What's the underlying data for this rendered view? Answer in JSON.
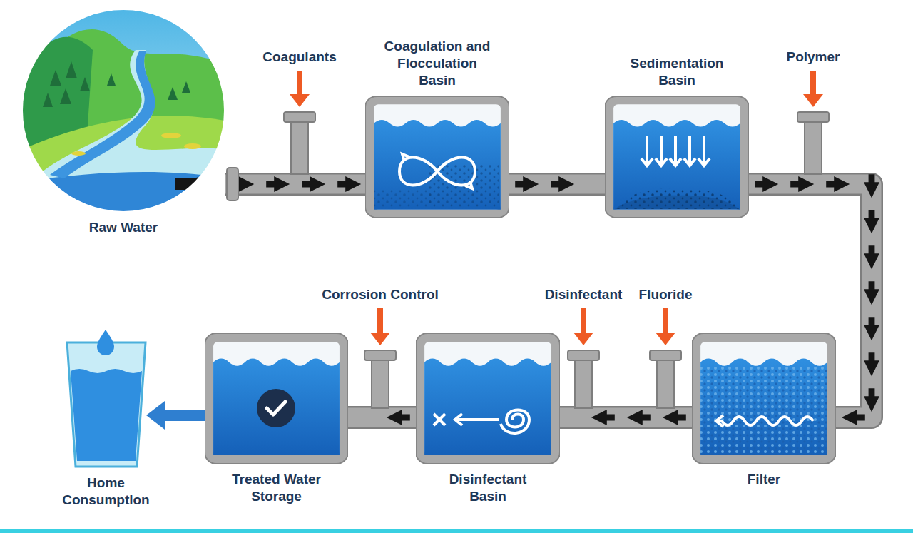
{
  "diagram": {
    "nodes": [
      {
        "text": [
          "Raw Water"
        ]
      },
      {
        "text": [
          "Coagulation and Flocculation Basin"
        ]
      },
      {
        "text": [
          "Sedimentation Basin"
        ]
      },
      {
        "text": [
          "Filter"
        ]
      },
      {
        "text": [
          "Disinfectant Basin"
        ]
      },
      {
        "text": [
          "Treated Water Storage"
        ]
      },
      {
        "text": [
          "Home Consumption"
        ]
      }
    ],
    "edges": [
      {
        "from": 0,
        "to": 1,
        "arrow": "to"
      },
      {
        "from": 1,
        "to": 2,
        "arrow": "to"
      },
      {
        "from": 2,
        "to": 3,
        "arrow": "to"
      },
      {
        "from": 3,
        "to": 4,
        "arrow": "to"
      },
      {
        "from": 4,
        "to": 5,
        "arrow": "to"
      },
      {
        "from": 5,
        "to": 6,
        "arrow": "to"
      }
    ],
    "labels": [
      "Coagulants",
      "Polymer",
      "Corrosion Control",
      "Disinfectant",
      "Fluoride"
    ]
  }
}
